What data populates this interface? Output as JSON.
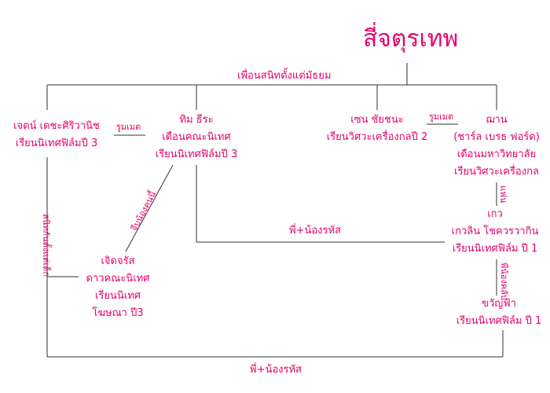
{
  "title": "สี่จตุรเทพ",
  "labels": {
    "friends_since_school": "เพื่อนสนิทตั้งแต่มัธยม",
    "roommate_left": "รูมเมต",
    "roommate_right": "รูมเมต",
    "boyfriend": "แฟน",
    "siblings_middle": "พี่+น้องรหัส",
    "siblings_bottom": "พี่+น้องรหัส",
    "partner_short": "พี่น้องคลับ",
    "flirt": "จีบน้องคนนี้",
    "childhood": "สนิทกันตั้งแต่เด็ก"
  },
  "people": {
    "jade": [
      "เจตน์ เดชะศิริวานิช",
      "เรียนนิเทศฟิล์มปี 3"
    ],
    "tim": [
      "ทิม ธีระ",
      "เดือนคณะนิเทศ",
      "เรียนนิเทศฟิล์มปี 3"
    ],
    "zen": [
      "เซน ชัยชนะ",
      "เรียนวิศวะเครื่องกลปี 2"
    ],
    "nan": [
      "ฌาน",
      "(ชาร์ล เบรธ ฟอร์ด)",
      "เดือนมหาวิทยาลัย",
      "เรียนวิศวะเครื่องกล"
    ],
    "kaew": [
      "เกว",
      "เกวลิน โชควรวากิน",
      "เรียนนิเทศฟิล์ม ปี 1"
    ],
    "jit": [
      "เจิดจรัส",
      "ดาวคณะนิเทศ",
      "เรียนนิเทศ",
      "โฆษณา ปี3"
    ],
    "kwan": [
      "ขวัญฟ้า",
      "เรียนนิเทศฟิล์ม ปี 1"
    ]
  },
  "colors": {
    "accent": "#e6006e",
    "line": "#333333"
  }
}
